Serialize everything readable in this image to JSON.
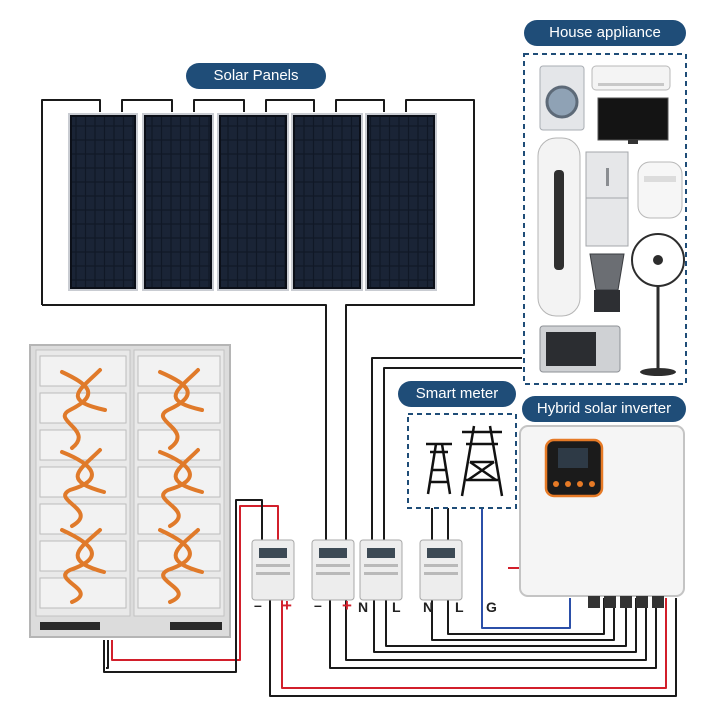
{
  "labels": {
    "solar_panels": "Solar Panels",
    "house_appliance": "House appliance",
    "smart_meter": "Smart meter",
    "inverter": "Hybrid solar inverter"
  },
  "terminals": {
    "meter1_neg": "–",
    "meter1_pos": "+",
    "meter2_neg": "–",
    "meter2_pos": "+",
    "meter3_n": "N",
    "meter3_l": "L",
    "meter4_n": "N",
    "meter4_l": "L",
    "meter4_g": "G"
  },
  "colors": {
    "label_bg": "#1f4d78",
    "wire_dark": "#1a1a1a",
    "wire_red": "#d21f2b",
    "wire_blue": "#2b4fa8",
    "cable_orange": "#e07a2a",
    "panel_cell": "#0e1420",
    "dashed_border": "#1f4d78"
  },
  "icons": [
    "solar-panel",
    "battery-rack",
    "energy-meter",
    "power-tower",
    "washing-machine",
    "air-conditioner",
    "television",
    "tower-air-conditioner",
    "refrigerator",
    "air-fryer",
    "blender",
    "standing-fan",
    "microwave",
    "hybrid-inverter"
  ]
}
